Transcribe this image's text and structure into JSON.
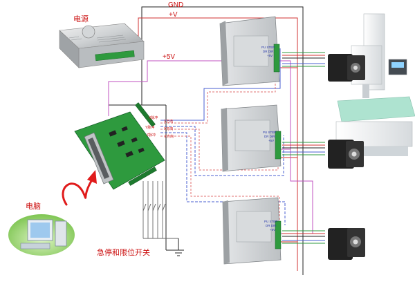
{
  "labels": {
    "power_supply": "电源",
    "computer": "电脑",
    "switches": "急停和限位开关",
    "gnd": "GND",
    "vplus": "+V",
    "v5": "+5V"
  },
  "board_signals": [
    "X脉冲",
    "X方向",
    "Y脉冲",
    "Y方向",
    "Z脉冲",
    "Z方向"
  ],
  "driver_terminals": [
    "PU STEP",
    "DR DIR",
    "+5V"
  ],
  "colors": {
    "gnd_wire": "#222222",
    "v_wire": "#d03030",
    "v5_wire": "#c050c0",
    "signal_wire": "#4a5fd0",
    "label_red": "#cc1111",
    "board_green": "#2e9a3e",
    "motor_black": "#222222"
  },
  "icons": {
    "power_supply": "power-supply-unit",
    "computer": "desktop-computer",
    "board": "breakout-board",
    "driver": "stepper-driver",
    "motor": "stepper-motor",
    "machine": "cnc-mill",
    "switch": "limit-switch",
    "ground": "ground-symbol"
  }
}
